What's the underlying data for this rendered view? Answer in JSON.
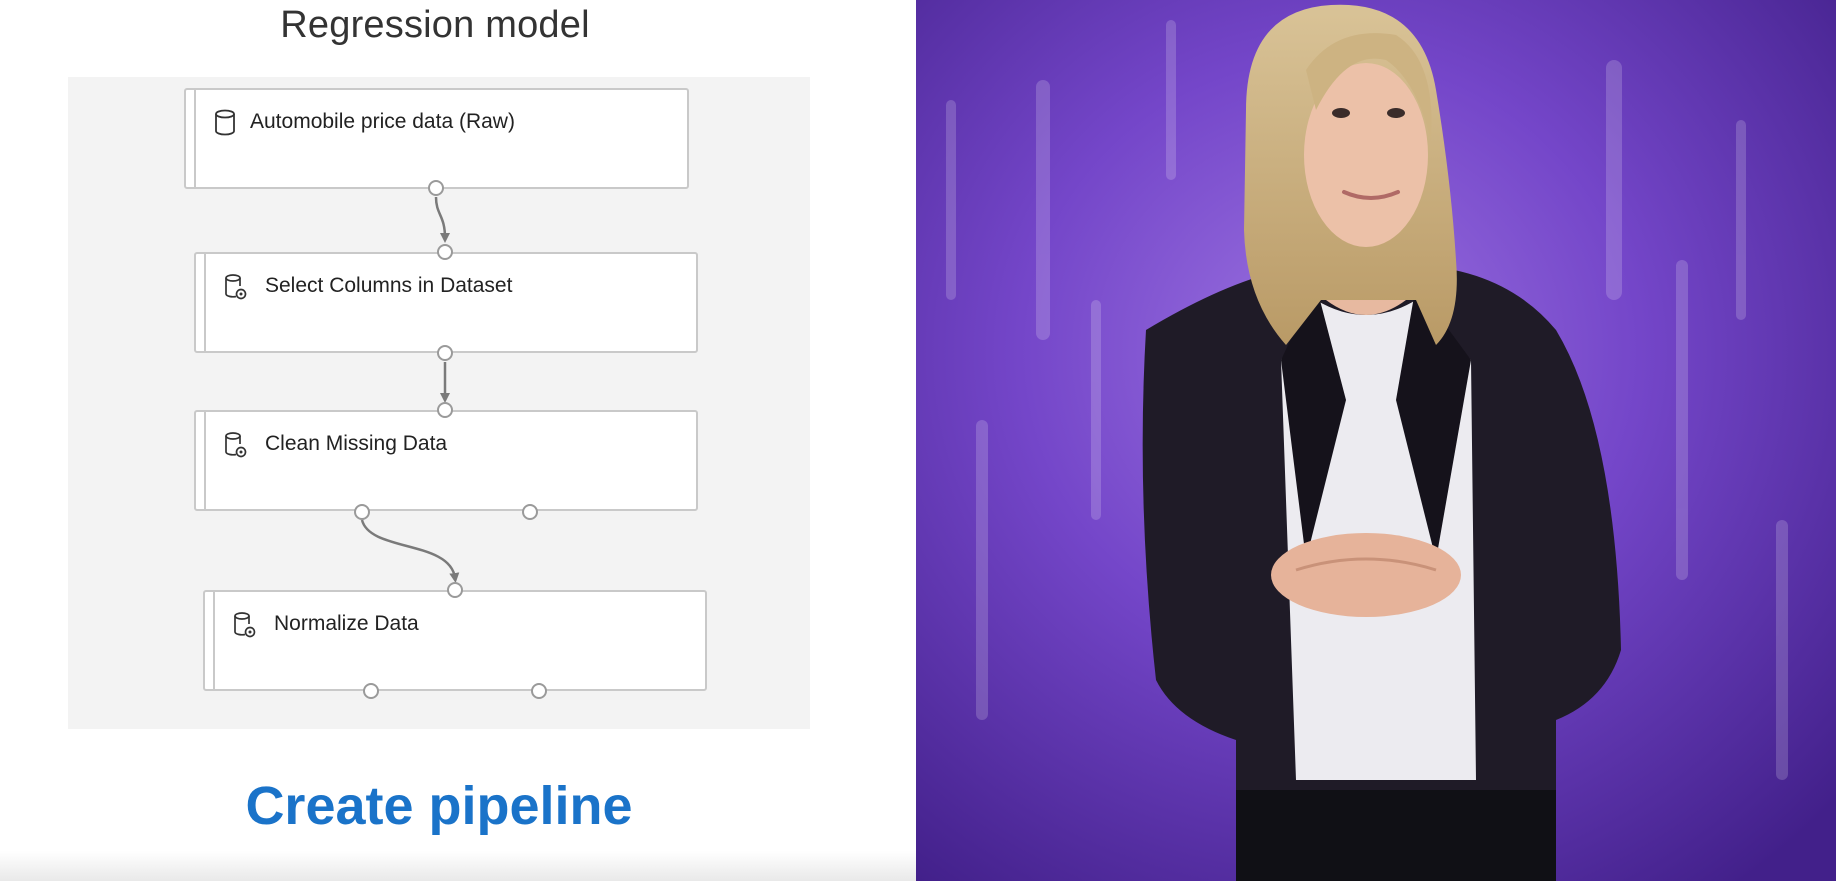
{
  "slide": {
    "title": "Regression model",
    "caption": "Create pipeline",
    "modules": [
      {
        "label": "Automobile price data (Raw)",
        "icon": "dataset-icon"
      },
      {
        "label": "Select Columns in Dataset",
        "icon": "module-gear-icon"
      },
      {
        "label": "Clean Missing Data",
        "icon": "module-gear-icon"
      },
      {
        "label": "Normalize Data",
        "icon": "module-gear-icon"
      }
    ],
    "colors": {
      "caption": "#1a73c9",
      "canvas": "#f3f3f3",
      "module_border": "#c9c9c9"
    }
  },
  "video": {
    "background": "#6c3fc3"
  }
}
